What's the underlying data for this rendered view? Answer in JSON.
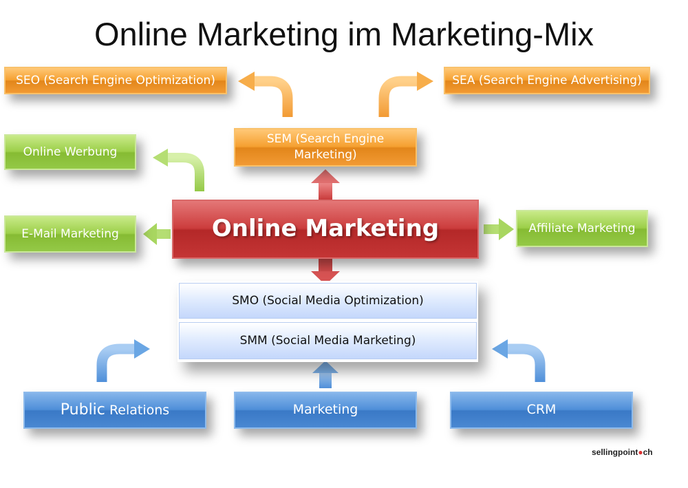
{
  "title": "Online Marketing im Marketing-Mix",
  "nodes": {
    "seo": "SEO (Search Engine Optimization)",
    "sea": "SEA  (Search Engine Advertising)",
    "sem": "SEM (Search Engine Marketing)",
    "online_werbung": "Online Werbung",
    "email_marketing": "E-Mail Marketing",
    "online_marketing": "Online Marketing",
    "affiliate_marketing": "Affiliate Marketing",
    "smo": "SMO (Social Media Optimization)",
    "smm": "SMM (Social Media Marketing)",
    "public": "Public",
    "relations": "Relations",
    "marketing": "Marketing",
    "crm": "CRM"
  },
  "footer": {
    "brand": "sellingpoint",
    "dot": "●",
    "tld": "ch"
  },
  "colors": {
    "orange": "#f5a030",
    "green": "#9ccf49",
    "red": "#cc3d3d",
    "light_blue": "#c4d7fb",
    "blue": "#4f8fd9"
  }
}
